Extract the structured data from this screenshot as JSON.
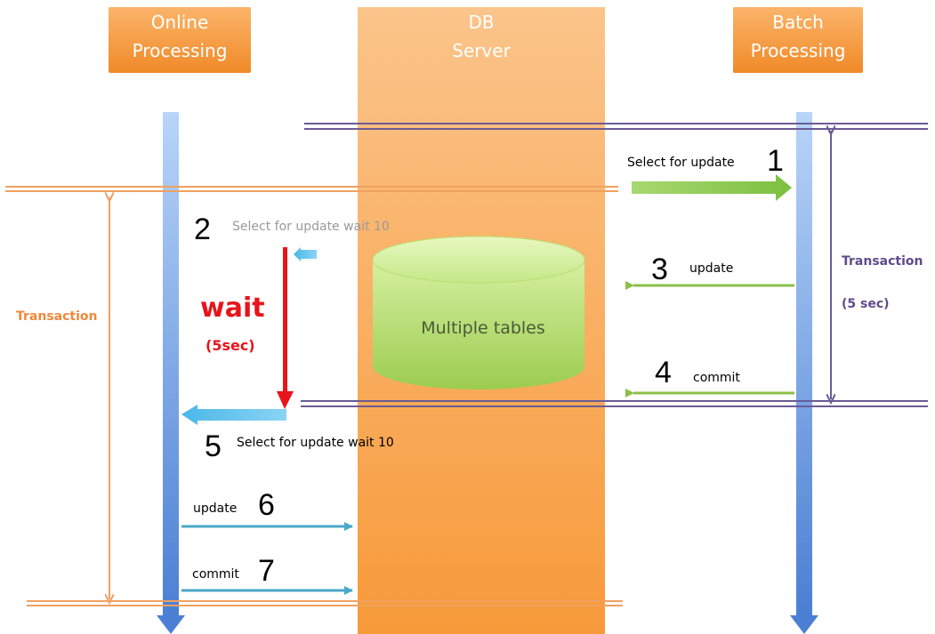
{
  "lanes": {
    "online": {
      "line1": "Online",
      "line2": "Processing"
    },
    "db": {
      "line1": "DB",
      "line2": "Server"
    },
    "batch": {
      "line1": "Batch",
      "line2": "Processing"
    }
  },
  "database": {
    "label": "Multiple tables"
  },
  "online_transaction": {
    "label": "Transaction"
  },
  "batch_transaction": {
    "label": "Transaction",
    "duration": "(5 sec)"
  },
  "wait": {
    "label": "wait",
    "duration": "(5sec)"
  },
  "steps": [
    {
      "number": "1",
      "label": "Select for update"
    },
    {
      "number": "2",
      "label": "Select for update wait 10"
    },
    {
      "number": "3",
      "label": "update"
    },
    {
      "number": "4",
      "label": "commit"
    },
    {
      "number": "5",
      "label": "Select for update wait 10"
    },
    {
      "number": "6",
      "label": "update"
    },
    {
      "number": "7",
      "label": "commit"
    }
  ],
  "colors": {
    "lane_orange": "#f79a3a",
    "timeline_blue": "#5b8ee0",
    "online_txn": "#f0a060",
    "batch_txn": "#6a5a96",
    "green_arrow": "#8cc04a",
    "teal_arrow": "#4aa8c8",
    "cyan_arrow": "#5ec0e8",
    "wait_red": "#e8141b"
  }
}
